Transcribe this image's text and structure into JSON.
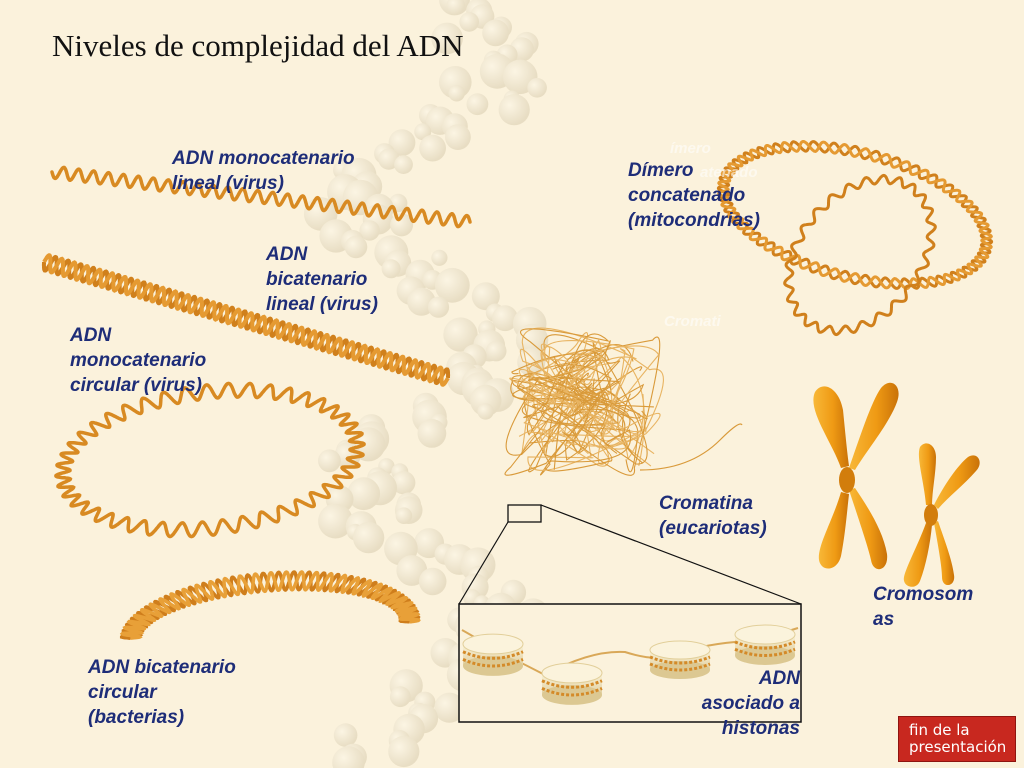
{
  "title": "Niveles de complejidad del ADN",
  "labels": {
    "mono_lineal": [
      "ADN monocatenario",
      "lineal (virus)"
    ],
    "bi_lineal": [
      "ADN",
      "bicatenario",
      "lineal (virus)"
    ],
    "mono_circular": [
      "ADN",
      "monocatenario",
      "circular (virus)"
    ],
    "bi_circular": [
      "ADN bicatenario",
      "circular",
      "(bacterias)"
    ],
    "dimero": [
      "Dímero",
      "concatenado",
      "(mitocondrias)"
    ],
    "cromatina": [
      "Cromatina",
      "(eucariotas)"
    ],
    "cromosomas": [
      "Cromosom",
      "as"
    ],
    "histonas": [
      "ADN",
      "asociado a",
      "histonas"
    ]
  },
  "ghost_text": {
    "a": "ímero",
    "b": "atenado",
    "c": "Cromati"
  },
  "end_button": [
    "fin de la",
    "presentación"
  ],
  "colors": {
    "background": "#fbf2dc",
    "label": "#1e2d78",
    "dna": "#d88a22",
    "chromosome": "#f0a018",
    "button": "#c8281f"
  }
}
